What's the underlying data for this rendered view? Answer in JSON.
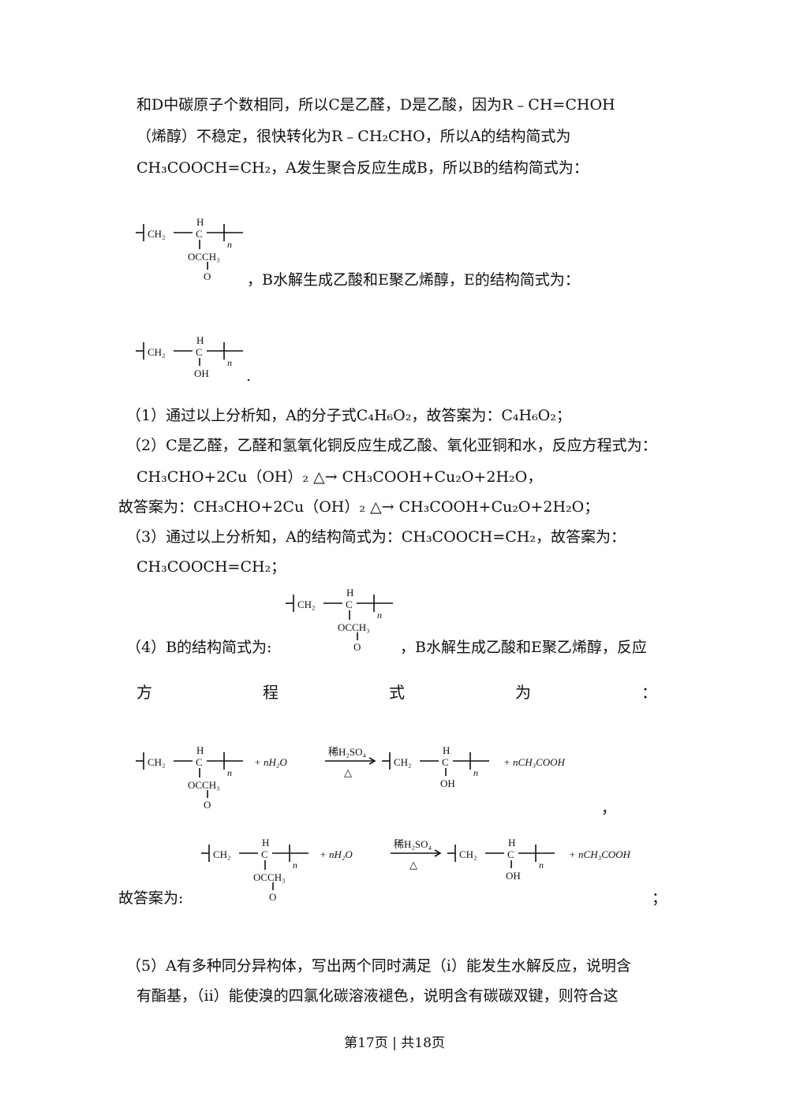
{
  "paragraphs": {
    "p1": "和D中碳原子个数相同，所以C是乙醛，D是乙酸，因为R﹣CH=CHOH",
    "p2": "（烯醇）不稳定，很快转化为R﹣CH₂CHO，所以A的结构简式为",
    "p3": "CH₃COOCH=CH₂，A发生聚合反应生成B，所以B的结构简式为：",
    "p4": "，B水解生成乙酸和E聚乙烯醇，E的结构简式为：",
    "p5": "."
  },
  "answers": {
    "q1": "（1）通过以上分析知，A的分子式C₄H₆O₂，故答案为：C₄H₆O₂；",
    "q2a": "（2）C是乙醛，乙醛和氢氧化铜反应生成乙酸、氧化亚铜和水，反应方程式为：",
    "q2b": "CH₃CHO+2Cu（OH）₂ △→ CH₃COOH+Cu₂O+2H₂O，",
    "q2c": "故答案为：CH₃CHO+2Cu（OH）₂ △→ CH₃COOH+Cu₂O+2H₂O；",
    "q3a": "（3）通过以上分析知，A的结构简式为：CH₃COOCH=CH₂，故答案为：",
    "q3b": "CH₃COOCH=CH₂；",
    "q4a": "（4）B的结构简式为:",
    "q4b": "，B水解生成乙酸和E聚乙烯醇，反应",
    "q4c": [
      "方",
      "程",
      "式",
      "为",
      "："
    ],
    "q4comma": "，",
    "q4d": "故答案为:",
    "q4semi": "；",
    "q5a": "（5）A有多种同分异构体，写出两个同时满足（i）能发生水解反应，说明含",
    "q5b": "有酯基，（ii）能使溴的四氯化碳溶液褪色，说明含有碳碳双键，则符合这"
  },
  "chem": {
    "ch2": "CH₂",
    "c": "C",
    "h": "H",
    "n": "n",
    "occh3": "OCCH₃",
    "o": "O",
    "oh": "OH",
    "plus_water": "+ nH₂O",
    "catalyst": "稀H₂SO₄",
    "heat": "△",
    "plus_acid": "+ nCH₃COOH"
  },
  "footer": "第17页 | 共18页"
}
